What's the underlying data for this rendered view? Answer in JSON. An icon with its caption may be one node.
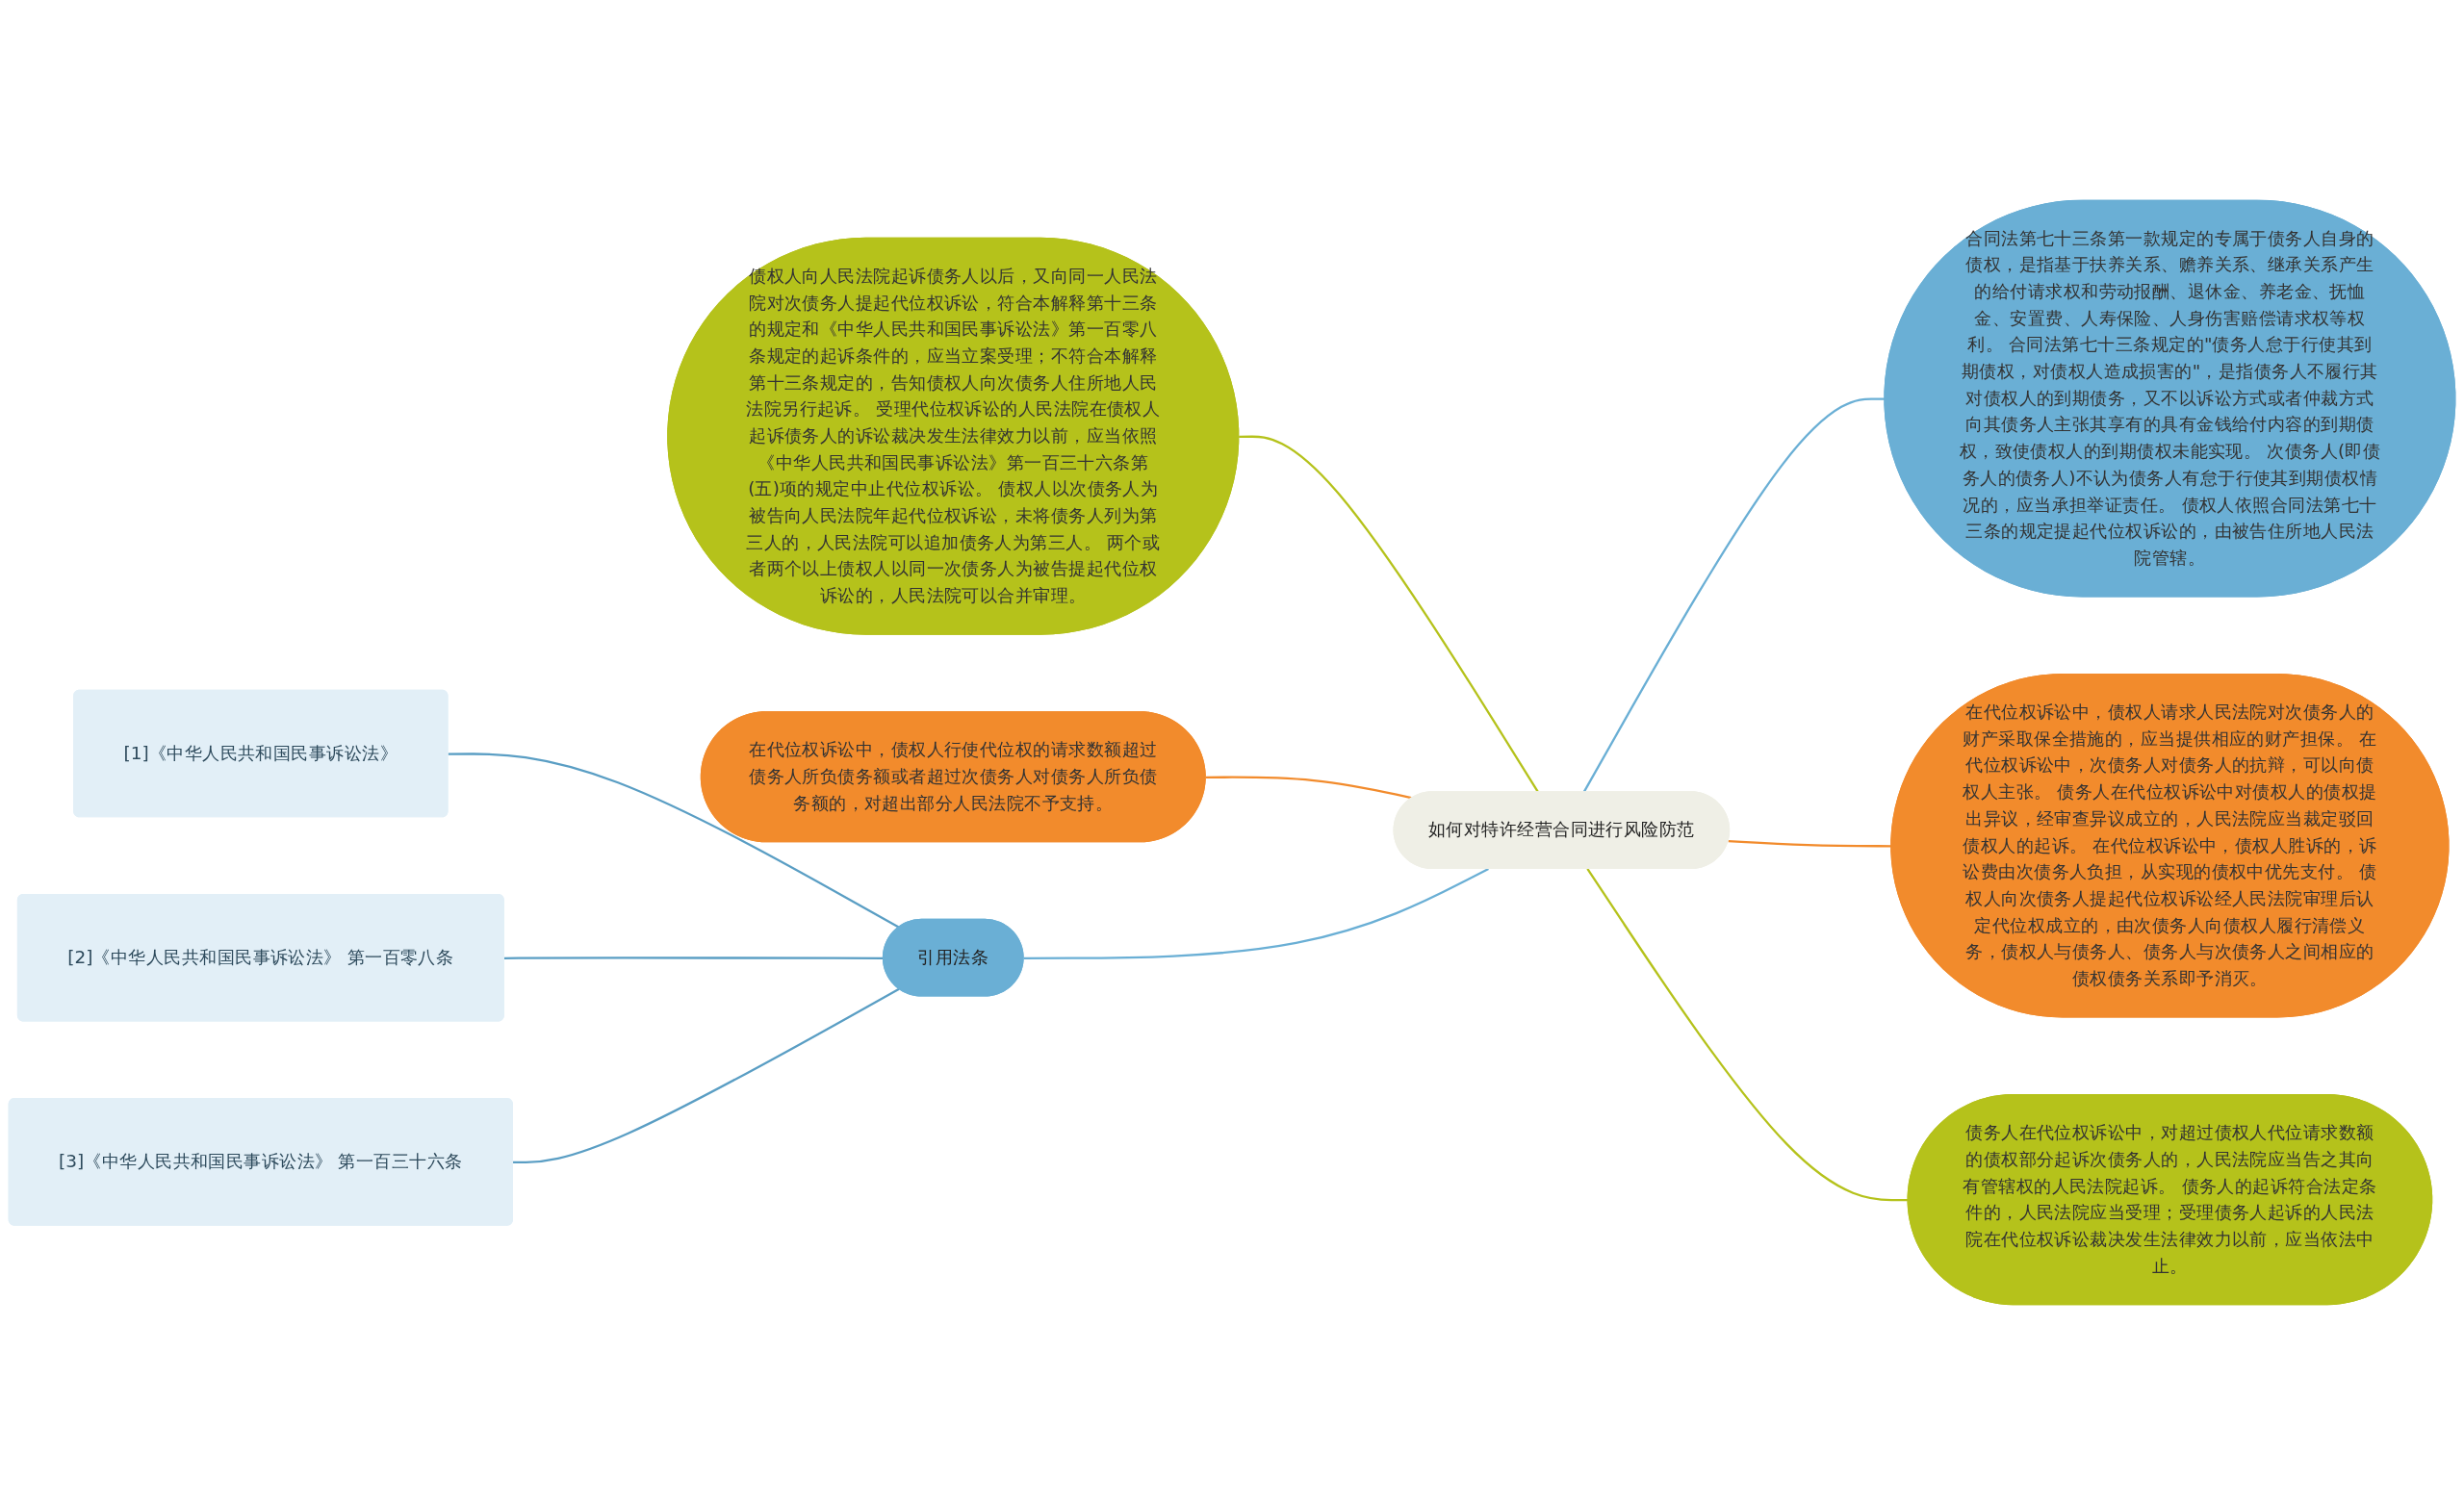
{
  "diagram": {
    "nodes": [
      {
        "text": [
          "如何对特许经营合同进行风险防范"
        ]
      },
      {
        "text": [
          "债权人向人民法院起诉债务人以后，又向同一人民法院对次债务人提起代位权诉讼，符合本解释第十三条的规定和《中华人民共和国民事诉讼法》第一百零八条规定的起诉条件的，应当立案受理；不符合本解释第十三条规定的，告知债权人向次债务人住所地人民法院另行起诉。 受理代位权诉讼的人民法院在债权人起诉债务人的诉讼裁决发生法律效力以前，应当依照《中华人民共和国民事诉讼法》第一百三十六条第(五)项的规定中止代位权诉讼。 债权人以次债务人为被告向人民法院年起代位权诉讼，未将债务人列为第三人的，人民法院可以追加债务人为第三人。 两个或者两个以上债权人以同一次债务人为被告提起代位权诉讼的，人民法院可以合并审理。"
        ]
      },
      {
        "text": [
          "合同法第七十三条第一款规定的专属于债务人自身的债权，是指基于扶养关系、赡养关系、继承关系产生的给付请求权和劳动报酬、退休金、养老金、抚恤金、安置费、人寿保险、人身伤害赔偿请求权等权利。 合同法第七十三条规定的\"债务人怠于行使其到期债权，对债权人造成损害的\"，是指债务人不履行其对债权人的到期债务，又不以诉讼方式或者仲裁方式向其债务人主张其享有的具有金钱给付内容的到期债权，致使债权人的到期债权未能实现。 次债务人(即债务人的债务人)不认为债务人有怠于行使其到期债权情况的，应当承担举证责任。 债权人依照合同法第七十三条的规定提起代位权诉讼的，由被告住所地人民法院管辖。"
        ]
      },
      {
        "text": [
          "在代位权诉讼中，债权人请求人民法院对次债务人的财产采取保全措施的，应当提供相应的财产担保。 在代位权诉讼中，次债务人对债务人的抗辩，可以向债权人主张。 债务人在代位权诉讼中对债权人的债权提出异议，经审查异议成立的，人民法院应当裁定驳回债权人的起诉。 在代位权诉讼中，债权人胜诉的，诉讼费由次债务人负担，从实现的债权中优先支付。 债权人向次债务人提起代位权诉讼经人民法院审理后认定代位权成立的，由次债务人向债权人履行清偿义务，债权人与债务人、债务人与次债务人之间相应的债权债务关系即予消灭。"
        ]
      },
      {
        "text": [
          "在代位权诉讼中，债权人行使代位权的请求数额超过债务人所负债务额或者超过次债务人对债务人所负债务额的，对超出部分人民法院不予支持。"
        ]
      },
      {
        "text": [
          "引用法条"
        ]
      },
      {
        "text": [
          "[1]《中华人民共和国民事诉讼法》"
        ]
      },
      {
        "text": [
          "[2]《中华人民共和国民事诉讼法》 第一百零八条"
        ]
      },
      {
        "text": [
          "[3]《中华人民共和国民事诉讼法》 第一百三十六条"
        ]
      },
      {
        "text": [
          "债务人在代位权诉讼中，对超过债权人代位请求数额的债权部分起诉次债务人的，人民法院应当告之其向有管辖权的人民法院起诉。 债务人的起诉符合法定条件的，人民法院应当受理；受理债务人起诉的人民法院在代位权诉讼裁决发生法律效力以前，应当依法中止。"
        ]
      }
    ],
    "edges": [
      {
        "from": 0,
        "to": 1,
        "arrow": "none",
        "color": "#b5c21b"
      },
      {
        "from": 0,
        "to": 2,
        "arrow": "none",
        "color": "#6aafd5"
      },
      {
        "from": 0,
        "to": 3,
        "arrow": "none",
        "color": "#f28b2c"
      },
      {
        "from": 0,
        "to": 4,
        "arrow": "none",
        "color": "#f28b2c"
      },
      {
        "from": 0,
        "to": 5,
        "arrow": "none",
        "color": "#6aafd5"
      },
      {
        "from": 0,
        "to": 9,
        "arrow": "none",
        "color": "#b5c21b"
      },
      {
        "from": 5,
        "to": 6,
        "arrow": "none",
        "color": "#5a9ec4"
      },
      {
        "from": 5,
        "to": 7,
        "arrow": "none",
        "color": "#5a9ec4"
      },
      {
        "from": 5,
        "to": 8,
        "arrow": "none",
        "color": "#5a9ec4"
      }
    ]
  }
}
